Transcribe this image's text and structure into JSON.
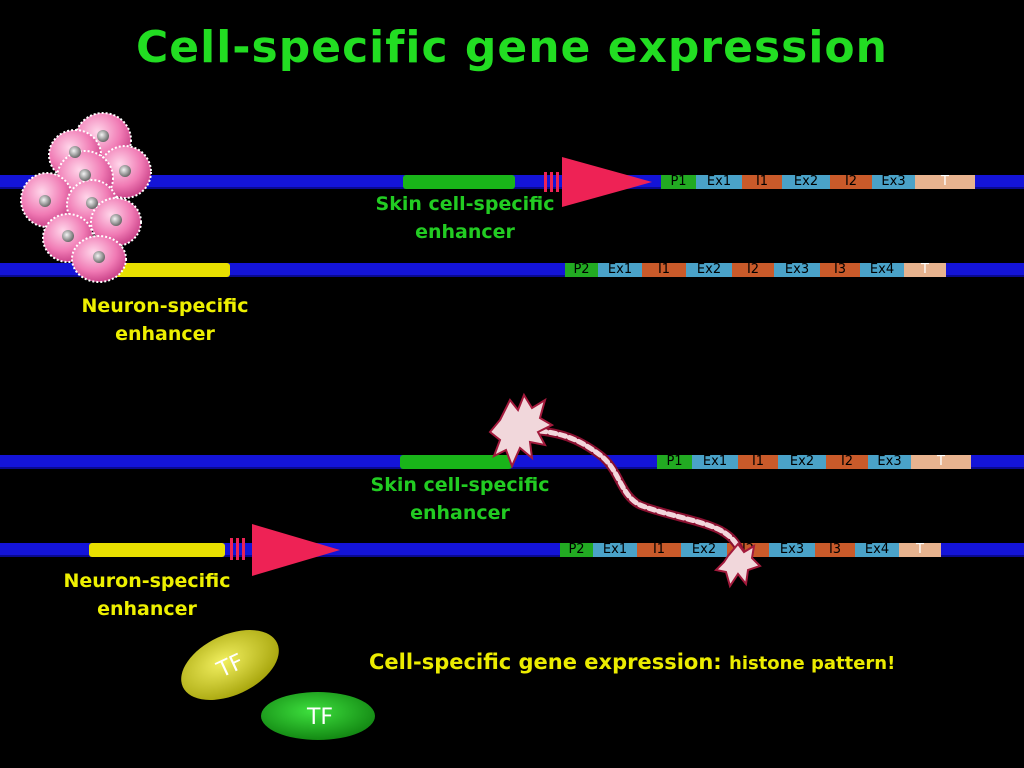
{
  "title": "Cell-specific gene expression",
  "labels": {
    "skin_enhancer_top": [
      "Skin cell-specific",
      "enhancer"
    ],
    "neuron_enhancer_top": [
      "Neuron-specific",
      "enhancer"
    ],
    "skin_enhancer_bottom": [
      "Skin cell-specific",
      "enhancer"
    ],
    "neuron_enhancer_bottom": [
      "Neuron-specific",
      "enhancer"
    ]
  },
  "gene1_segments": [
    {
      "label": "P1",
      "kind": "P"
    },
    {
      "label": "Ex1",
      "kind": "E"
    },
    {
      "label": "I1",
      "kind": "I"
    },
    {
      "label": "Ex2",
      "kind": "E"
    },
    {
      "label": "I2",
      "kind": "I"
    },
    {
      "label": "Ex3",
      "kind": "E"
    },
    {
      "label": "T",
      "kind": "T"
    }
  ],
  "gene2_segments": [
    {
      "label": "P2",
      "kind": "P"
    },
    {
      "label": "Ex1",
      "kind": "E"
    },
    {
      "label": "I1",
      "kind": "I"
    },
    {
      "label": "Ex2",
      "kind": "E"
    },
    {
      "label": "I2",
      "kind": "I"
    },
    {
      "label": "Ex3",
      "kind": "E"
    },
    {
      "label": "I3",
      "kind": "I"
    },
    {
      "label": "Ex4",
      "kind": "E"
    },
    {
      "label": "T",
      "kind": "T"
    }
  ],
  "caption": {
    "main": "Cell-specific gene expression: ",
    "suffix": "histone pattern!"
  },
  "tf_yellow": "TF",
  "tf_green": "TF",
  "colors": {
    "dna": "#1414d8",
    "skin_enhancer": "#19b519",
    "neuron_enhancer": "#e8e000",
    "arrow": "#ee2255",
    "promoter": "#22aa22",
    "exon": "#4aa2c8",
    "intron": "#c95a2a",
    "terminator": "#e7b38f"
  },
  "icons": [
    "skin-cell-cluster-icon",
    "neuron-cell-icon",
    "activation-arrow-icon",
    "transcription-factor-icon"
  ]
}
